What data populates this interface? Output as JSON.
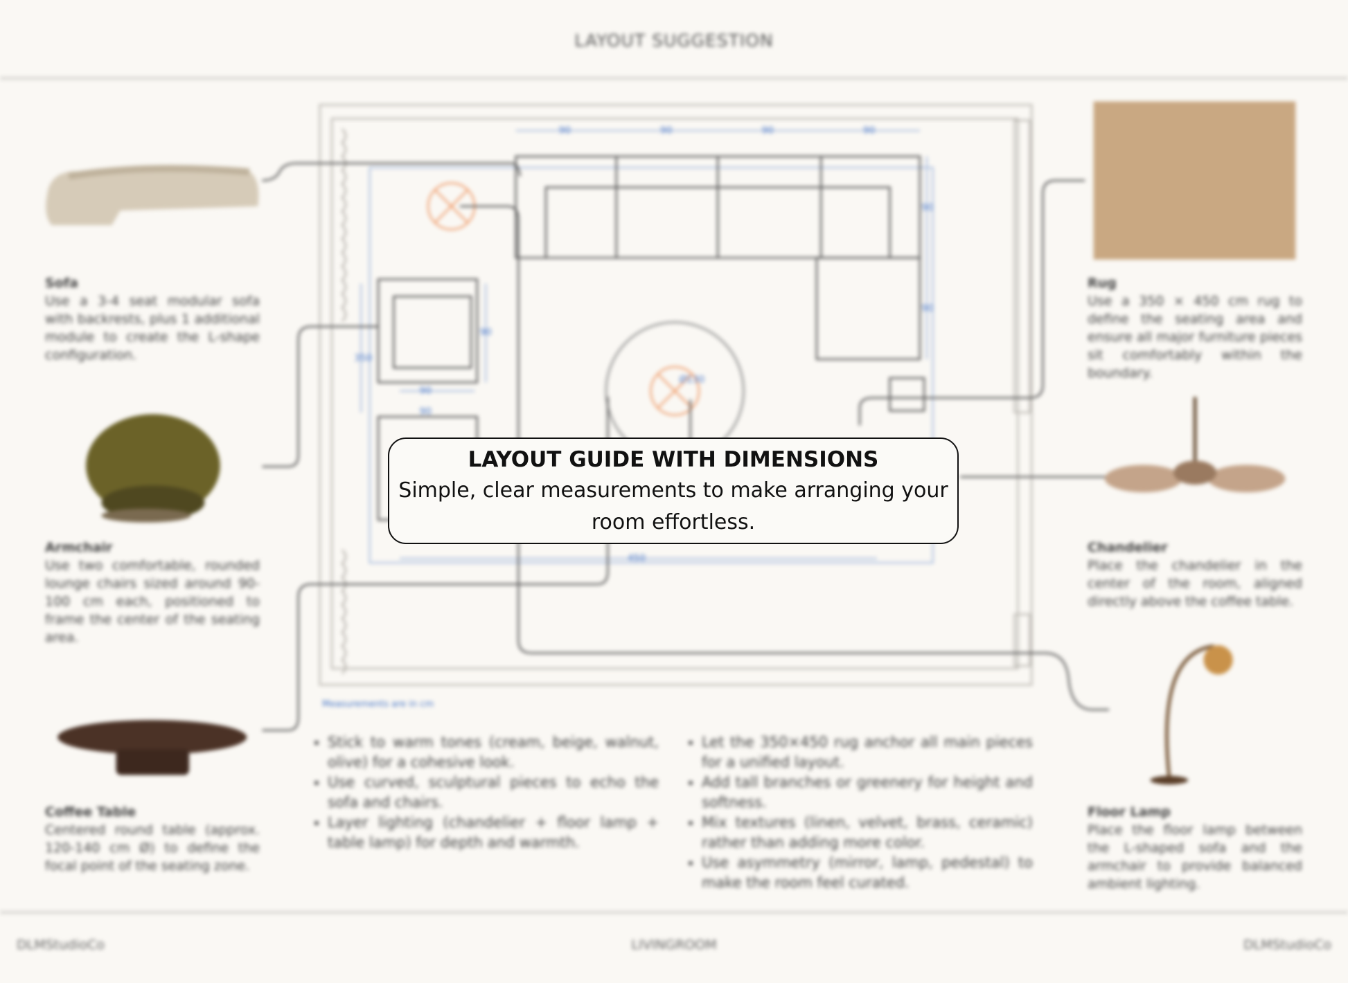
{
  "header": {
    "title": "LAYOUT SUGGESTION"
  },
  "items": {
    "sofa": {
      "name": "Sofa",
      "text": "Use a 3-4 seat modular sofa with backrests, plus 1 additional module to create the L-shape configuration."
    },
    "armchair": {
      "name": "Armchair",
      "text": "Use two comfortable, rounded lounge chairs sized around 90-100 cm each, positioned to frame the center of the seating area."
    },
    "coffee_table": {
      "name": "Coffee Table",
      "text": "Centered round table (approx. 120-140 cm Ø) to define the focal point of the seating zone."
    },
    "rug": {
      "name": "Rug",
      "text": "Use a 350 × 450 cm rug to define the seating area and ensure all major furniture pieces sit comfortably within the boundary."
    },
    "chandelier": {
      "name": "Chandelier",
      "text": "Place the chandelier in the center of the room, aligned directly above the coffee table."
    },
    "floor_lamp": {
      "name": "Floor Lamp",
      "text": "Place the floor lamp between the L-shaped sofa and the armchair to provide balanced ambient lighting."
    }
  },
  "plan": {
    "dims": {
      "sofa_module": "90",
      "sofa_depth": "90",
      "armchair_w": "90",
      "armchair_d": "90",
      "rug_w": "450",
      "rug_h": "350",
      "table": "Ø130"
    }
  },
  "callout": {
    "title": "LAYOUT GUIDE WITH DIMENSIONS",
    "subtitle": "Simple, clear measurements to make arranging your room effortless."
  },
  "note": "Measurements are in cm",
  "tips_left": [
    "Stick to warm tones (cream, beige, walnut, olive) for a cohesive look.",
    "Use curved, sculptural pieces to echo the sofa and chairs.",
    "Layer lighting (chandelier + floor lamp + table lamp) for depth and warmth."
  ],
  "tips_right": [
    "Let the 350×450 rug anchor all main pieces for a unified layout.",
    "Add tall branches or greenery for height and softness.",
    "Mix textures (linen, velvet, brass, ceramic) rather than adding more color.",
    "Use asymmetry (mirror, lamp, pedestal) to make the room feel curated."
  ],
  "footer": {
    "left": "DLMStudioCo",
    "center": "LIVINGROOM",
    "right": "DLMStudioCo"
  }
}
